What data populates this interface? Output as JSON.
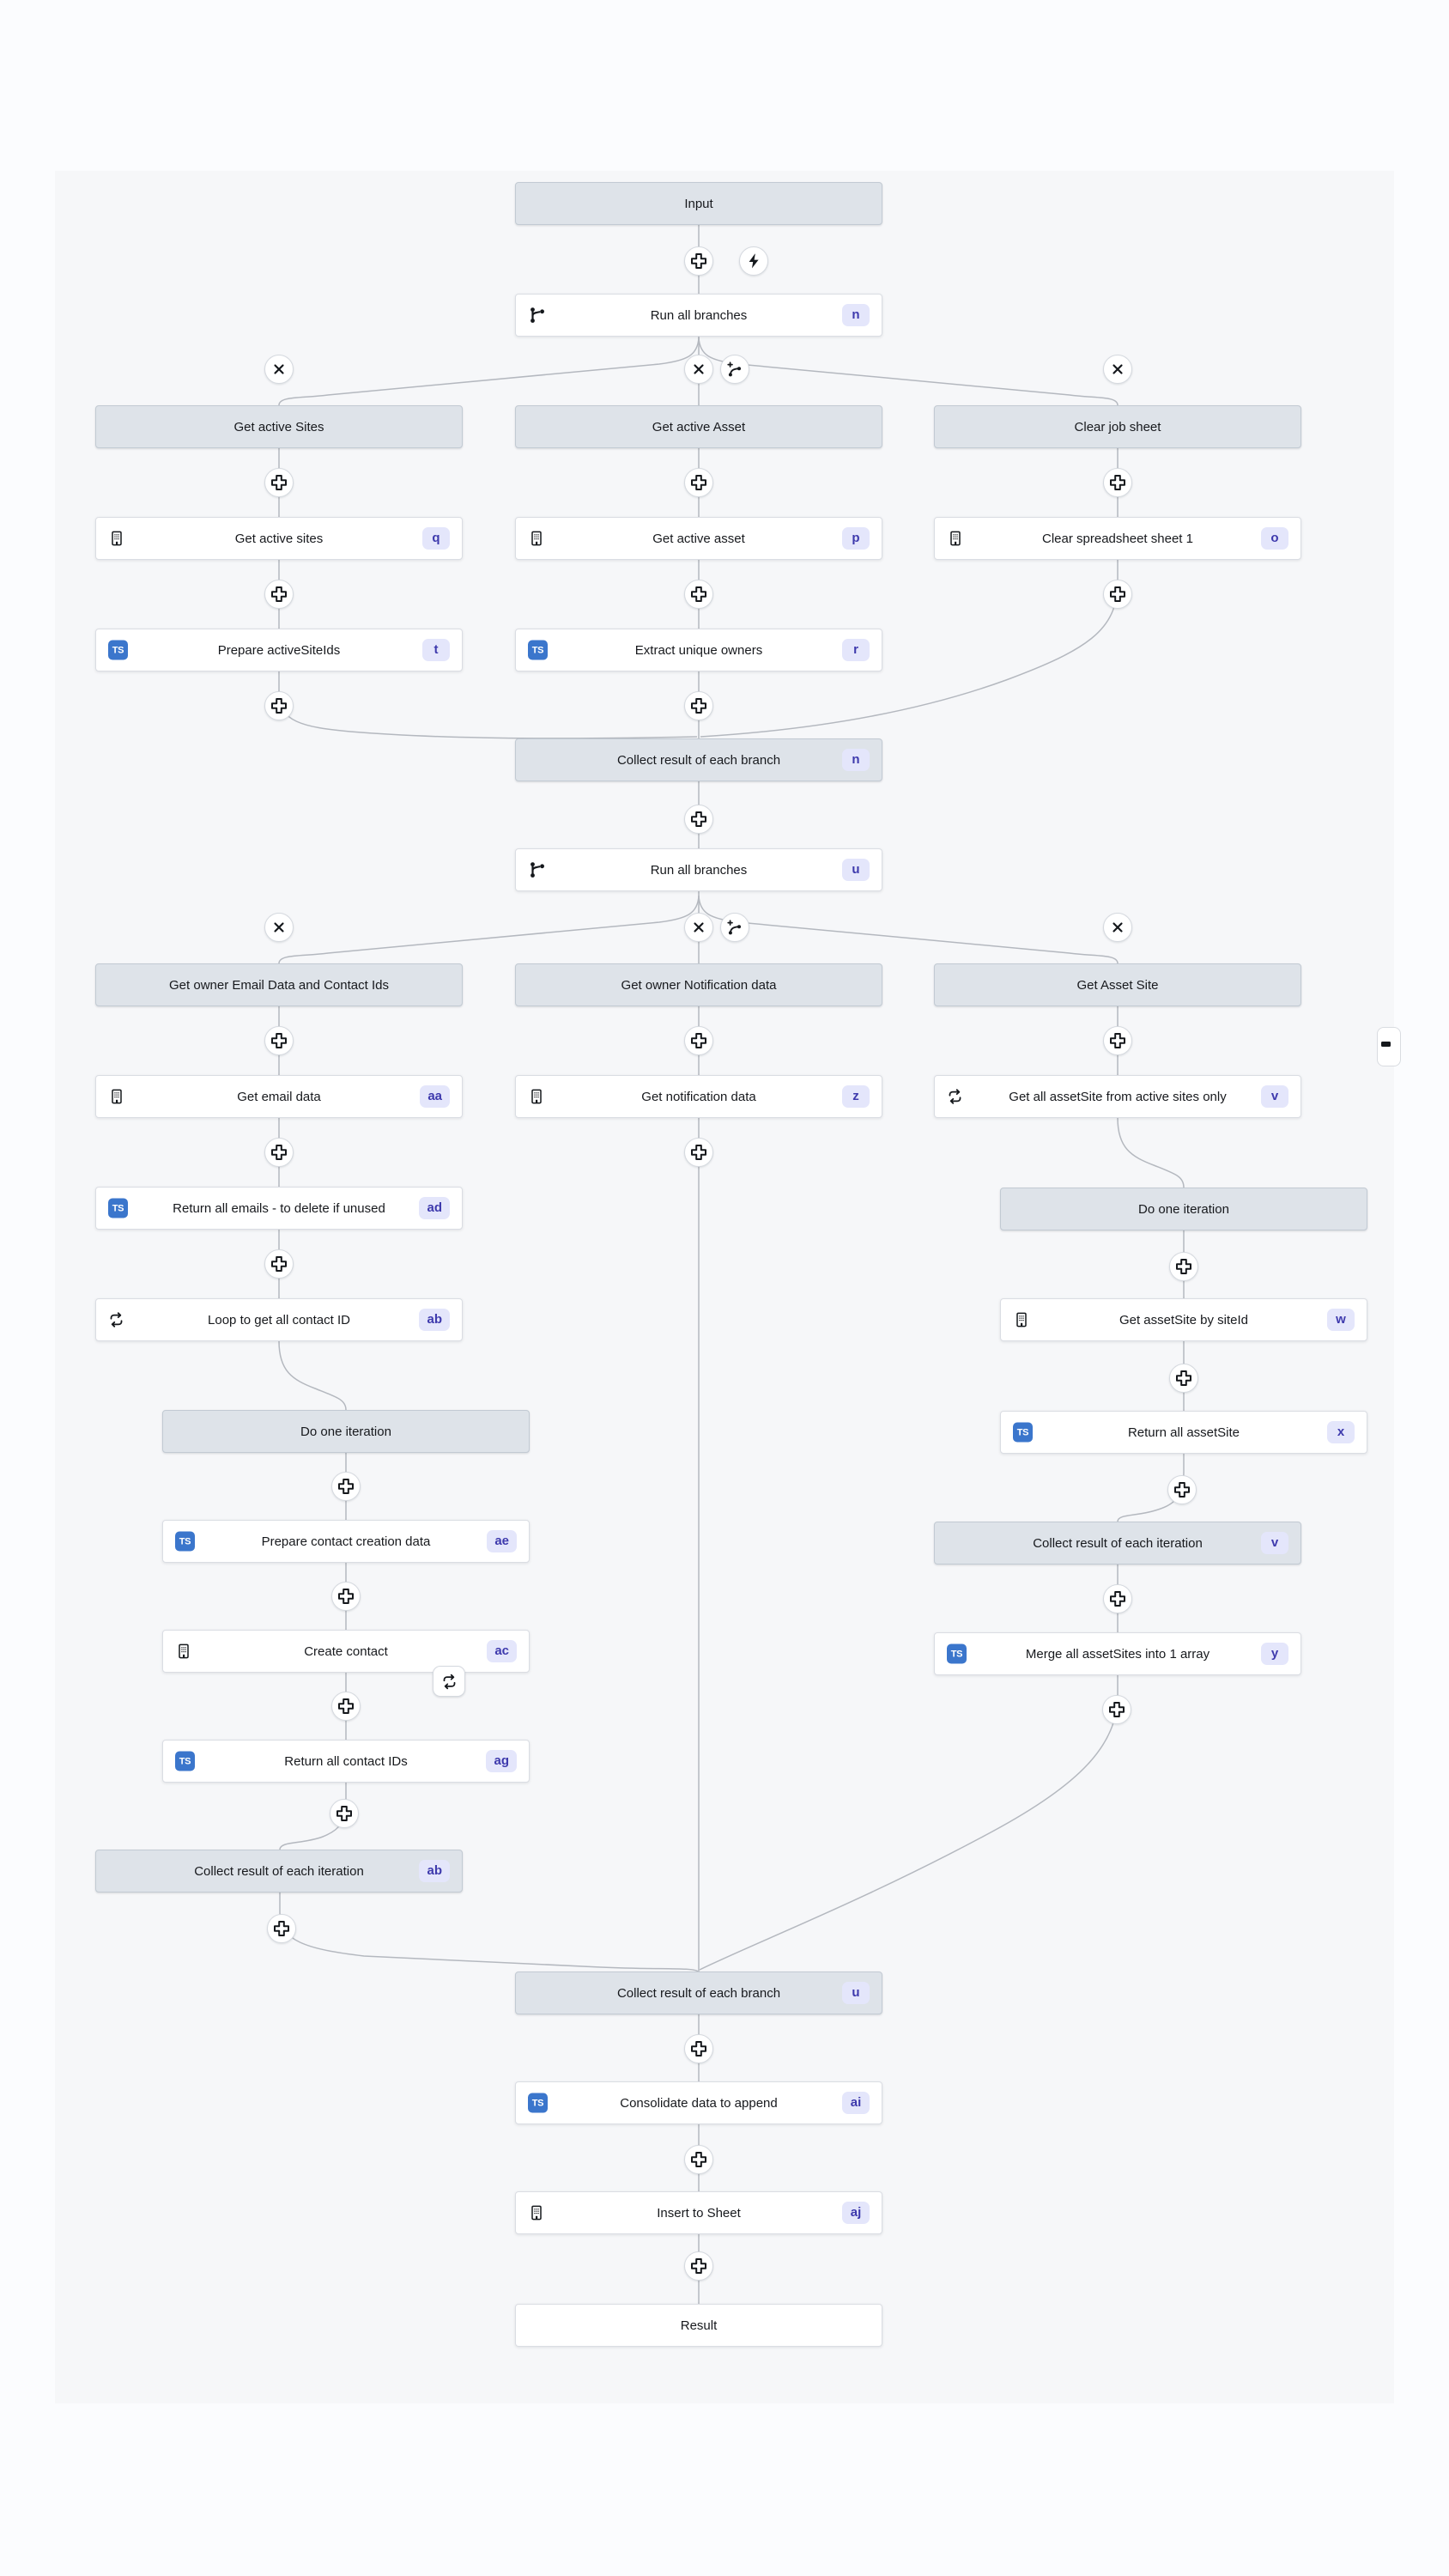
{
  "workflow": {
    "nodes": [
      {
        "id": "input",
        "kind": "section",
        "label": "Input"
      },
      {
        "id": "run-all-branches-n",
        "kind": "task",
        "label": "Run all branches",
        "badge": "n",
        "icon": "git-branch-icon"
      },
      {
        "id": "hdr-get-active-sites",
        "kind": "section",
        "label": "Get active Sites"
      },
      {
        "id": "hdr-get-active-asset",
        "kind": "section",
        "label": "Get active Asset"
      },
      {
        "id": "hdr-clear-job-sheet",
        "kind": "section",
        "label": "Clear job sheet"
      },
      {
        "id": "get-active-sites",
        "kind": "task",
        "label": "Get active sites",
        "badge": "q",
        "icon": "building-icon"
      },
      {
        "id": "get-active-asset",
        "kind": "task",
        "label": "Get active asset",
        "badge": "p",
        "icon": "building-icon"
      },
      {
        "id": "clear-spreadsheet-sheet-1",
        "kind": "task",
        "label": "Clear spreadsheet sheet 1",
        "badge": "o",
        "icon": "building-icon"
      },
      {
        "id": "prepare-activesiteids",
        "kind": "task",
        "label": "Prepare activeSiteIds",
        "badge": "t",
        "icon": "ts-icon"
      },
      {
        "id": "extract-unique-owners",
        "kind": "task",
        "label": "Extract unique owners",
        "badge": "r",
        "icon": "ts-icon"
      },
      {
        "id": "collect-branch-n",
        "kind": "section",
        "label": "Collect result of each branch",
        "badge": "n"
      },
      {
        "id": "run-all-branches-u",
        "kind": "task",
        "label": "Run all branches",
        "badge": "u",
        "icon": "git-branch-icon"
      },
      {
        "id": "hdr-owner-email",
        "kind": "section",
        "label": "Get owner Email Data and Contact Ids"
      },
      {
        "id": "hdr-owner-notification",
        "kind": "section",
        "label": "Get owner Notification data"
      },
      {
        "id": "hdr-get-asset-site",
        "kind": "section",
        "label": "Get Asset Site"
      },
      {
        "id": "get-email-data",
        "kind": "task",
        "label": "Get email data",
        "badge": "aa",
        "icon": "building-icon"
      },
      {
        "id": "get-notification-data",
        "kind": "task",
        "label": "Get notification data",
        "badge": "z",
        "icon": "building-icon"
      },
      {
        "id": "get-all-assetsite",
        "kind": "task",
        "label": "Get all assetSite from active sites only",
        "badge": "v",
        "icon": "loop-icon"
      },
      {
        "id": "return-all-emails",
        "kind": "task",
        "label": "Return all emails - to delete if unused",
        "badge": "ad",
        "icon": "ts-icon"
      },
      {
        "id": "loop-get-all-contact-id",
        "kind": "task",
        "label": "Loop to get all contact ID",
        "badge": "ab",
        "icon": "loop-icon"
      },
      {
        "id": "do-one-iteration-left",
        "kind": "section",
        "label": "Do one iteration"
      },
      {
        "id": "prepare-contact-creation",
        "kind": "task",
        "label": "Prepare contact creation data",
        "badge": "ae",
        "icon": "ts-icon"
      },
      {
        "id": "create-contact",
        "kind": "task",
        "label": "Create contact",
        "badge": "ac",
        "icon": "building-icon",
        "loop_tag": true
      },
      {
        "id": "return-all-contact-ids",
        "kind": "task",
        "label": "Return all contact IDs",
        "badge": "ag",
        "icon": "ts-icon"
      },
      {
        "id": "collect-iteration-ab",
        "kind": "section",
        "label": "Collect result of each iteration",
        "badge": "ab"
      },
      {
        "id": "do-one-iteration-right",
        "kind": "section",
        "label": "Do one iteration"
      },
      {
        "id": "get-assetsite-by-siteid",
        "kind": "task",
        "label": "Get assetSite by siteId",
        "badge": "w",
        "icon": "building-icon"
      },
      {
        "id": "return-all-assetsite",
        "kind": "task",
        "label": "Return all assetSite",
        "badge": "x",
        "icon": "ts-icon"
      },
      {
        "id": "collect-iteration-v",
        "kind": "section",
        "label": "Collect result of each iteration",
        "badge": "v"
      },
      {
        "id": "merge-all-assetsites",
        "kind": "task",
        "label": "Merge all assetSites into 1 array",
        "badge": "y",
        "icon": "ts-icon"
      },
      {
        "id": "collect-branch-u",
        "kind": "section",
        "label": "Collect result of each branch",
        "badge": "u"
      },
      {
        "id": "consolidate-data",
        "kind": "task",
        "label": "Consolidate data to append",
        "badge": "ai",
        "icon": "ts-icon"
      },
      {
        "id": "insert-to-sheet",
        "kind": "task",
        "label": "Insert to Sheet",
        "badge": "aj",
        "icon": "building-icon"
      },
      {
        "id": "result",
        "kind": "result",
        "label": "Result"
      }
    ]
  },
  "icons": {
    "ts_label": "TS"
  },
  "colors": {
    "page_bg": "#fbfcfe",
    "canvas_bg": "#f6f7f9",
    "section_bg": "#dee3e9",
    "task_bg": "#ffffff",
    "badge_bg": "#e4e6fb",
    "badge_text": "#3e3aad",
    "ts_blue": "#3b76cc",
    "edge": "#b4b8bf",
    "glyph": "#15181c"
  }
}
